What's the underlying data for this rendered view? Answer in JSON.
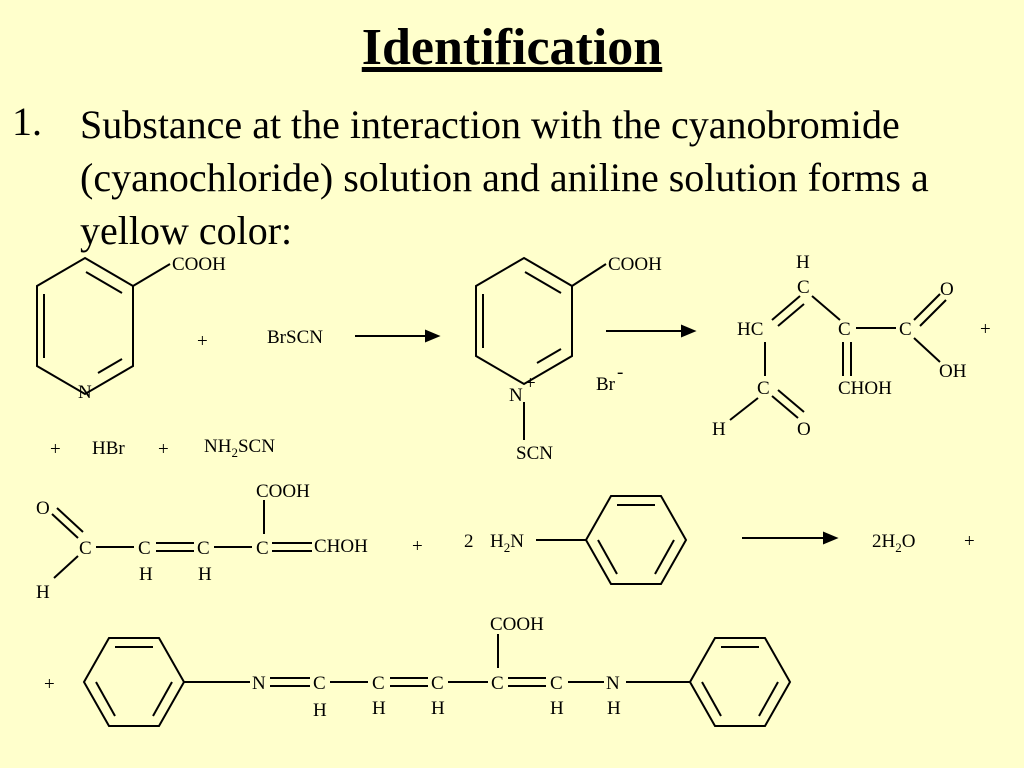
{
  "slide": {
    "title": "Identification",
    "item_number": "1.",
    "item_text": "Substance at the interaction with the cyanobromide (cyanochloride) solution and aniline solution forms a yellow color:"
  },
  "reaction": {
    "labels": {
      "cooh": "COOH",
      "n": "N",
      "plus": "+",
      "brscn": "BrSCN",
      "br": "Br",
      "br_charge": "-",
      "n_plus": "N",
      "n_charge": "+",
      "scn": "SCN",
      "h": "H",
      "c": "C",
      "hc": "HC",
      "o": "O",
      "oh": "OH",
      "chohh": "CHOH",
      "hbr": "HBr",
      "nh": "NH",
      "sub2": "2",
      "scn_tail": "SCN",
      "coefficient_2": "2",
      "h2n_h": "H",
      "h2n_n": "N",
      "water_coef": "2H",
      "water_o": "O"
    }
  }
}
